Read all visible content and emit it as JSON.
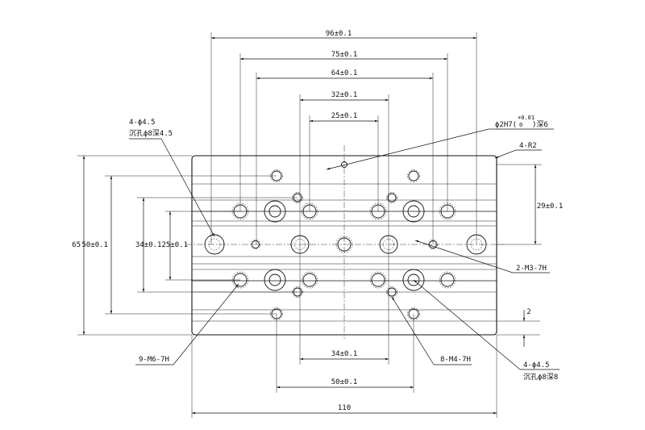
{
  "dimensions": {
    "top_96": "96±0.1",
    "top_75": "75±0.1",
    "top_64": "64±0.1",
    "top_32": "32±0.1",
    "top_25": "25±0.1",
    "bottom_34": "34±0.1",
    "bottom_50": "50±0.1",
    "width_110": "110",
    "height_65": "65",
    "left_50": "50±0.1",
    "left_34": "34±0.125±0.1",
    "right_29": "29±0.1",
    "right_2": "2"
  },
  "callouts": {
    "pin_hole_main": "ϕ2H7(",
    "pin_hole_tol_upper": "+0.01",
    "pin_hole_tol_lower": "0",
    "pin_hole_tail": ")深6",
    "corner_radius": "4-R2",
    "cbore_45_top_line1": "4-ϕ4.5",
    "cbore_45_top_line2": "沉孔ϕ8深4.5",
    "thread_m3": "2-M3-7H",
    "thread_m6": "9-M6-7H",
    "thread_m4": "8-M4-7H",
    "cbore_45_bottom_line1": "4-ϕ4.5",
    "cbore_45_bottom_line2": "沉孔ϕ8深8"
  }
}
